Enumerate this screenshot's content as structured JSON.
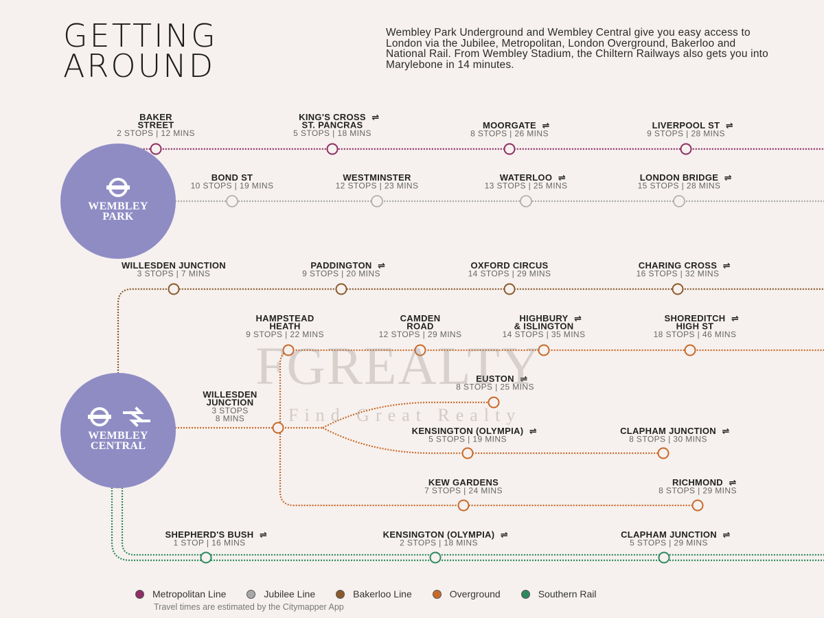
{
  "header": {
    "title_line1": "GETTING",
    "title_line2": "AROUND",
    "intro": "Wembley Park Underground and Wembley Central give you easy access to London via the Jubilee, Metropolitan, London Overground, Bakerloo and National Rail. From Wembley Stadium, the Chiltern Railways also gets you into Marylebone in 14 minutes."
  },
  "colors": {
    "metropolitan": "#8e2d66",
    "jubilee": "#a8a8a8",
    "bakerloo": "#8b5a2b",
    "overground": "#c8692a",
    "southern": "#2e8a5e",
    "hub": "#8f8cc4"
  },
  "hubs": [
    {
      "line1": "WEMBLEY",
      "line2": "PARK",
      "icons": [
        "underground-roundel-icon"
      ]
    },
    {
      "line1": "WEMBLEY",
      "line2": "CENTRAL",
      "icons": [
        "underground-roundel-icon",
        "national-rail-icon"
      ]
    }
  ],
  "rail_symbol": "⇌",
  "stations": [
    {
      "name": [
        "BAKER",
        "STREET"
      ],
      "info": "2 STOPS | 12 MINS",
      "line": "metropolitan",
      "rail": false
    },
    {
      "name": [
        "KING'S CROSS",
        "ST. PANCRAS"
      ],
      "info": "5 STOPS | 18 MINS",
      "line": "metropolitan",
      "rail": true
    },
    {
      "name": [
        "MOORGATE"
      ],
      "info": "8 STOPS | 26 MINS",
      "line": "metropolitan",
      "rail": true
    },
    {
      "name": [
        "LIVERPOOL ST"
      ],
      "info": "9 STOPS | 28 MINS",
      "line": "metropolitan",
      "rail": true
    },
    {
      "name": [
        "BOND ST"
      ],
      "info": "10 STOPS | 19 MINS",
      "line": "jubilee",
      "rail": false
    },
    {
      "name": [
        "WESTMINSTER"
      ],
      "info": "12 STOPS | 23 MINS",
      "line": "jubilee",
      "rail": false
    },
    {
      "name": [
        "WATERLOO"
      ],
      "info": "13 STOPS | 25 MINS",
      "line": "jubilee",
      "rail": true
    },
    {
      "name": [
        "LONDON BRIDGE"
      ],
      "info": "15 STOPS | 28 MINS",
      "line": "jubilee",
      "rail": true
    },
    {
      "name": [
        "WILLESDEN JUNCTION"
      ],
      "info": "3 STOPS | 7 MINS",
      "line": "bakerloo",
      "rail": false
    },
    {
      "name": [
        "PADDINGTON"
      ],
      "info": "9 STOPS | 20 MINS",
      "line": "bakerloo",
      "rail": true
    },
    {
      "name": [
        "OXFORD CIRCUS"
      ],
      "info": "14 STOPS | 29 MINS",
      "line": "bakerloo",
      "rail": false
    },
    {
      "name": [
        "CHARING CROSS"
      ],
      "info": "16 STOPS | 32 MINS",
      "line": "bakerloo",
      "rail": true
    },
    {
      "name": [
        "HAMPSTEAD",
        "HEATH"
      ],
      "info": "9 STOPS | 22 MINS",
      "line": "overground",
      "rail": false
    },
    {
      "name": [
        "CAMDEN",
        "ROAD"
      ],
      "info": "12 STOPS | 29 MINS",
      "line": "overground",
      "rail": false
    },
    {
      "name": [
        "HIGHBURY",
        "& ISLINGTON"
      ],
      "info": "14 STOPS | 35 MINS",
      "line": "overground",
      "rail": true
    },
    {
      "name": [
        "SHOREDITCH",
        "HIGH ST"
      ],
      "info": "18 STOPS | 46 MINS",
      "line": "overground",
      "rail": true
    },
    {
      "name": [
        "WILLESDEN",
        "JUNCTION"
      ],
      "info": [
        "3 STOPS",
        "8 MINS"
      ],
      "line": "overground",
      "rail": false
    },
    {
      "name": [
        "EUSTON"
      ],
      "info": "8 STOPS | 25 MINS",
      "line": "overground",
      "rail": true
    },
    {
      "name": [
        "KENSINGTON (OLYMPIA)"
      ],
      "info": "5 STOPS | 19 MINS",
      "line": "overground",
      "rail": true
    },
    {
      "name": [
        "CLAPHAM JUNCTION"
      ],
      "info": "8 STOPS | 30 MINS",
      "line": "overground",
      "rail": true
    },
    {
      "name": [
        "KEW GARDENS"
      ],
      "info": "7 STOPS | 24 MINS",
      "line": "overground",
      "rail": false
    },
    {
      "name": [
        "RICHMOND"
      ],
      "info": "8 STOPS | 29 MINS",
      "line": "overground",
      "rail": true
    },
    {
      "name": [
        "SHEPHERD'S BUSH"
      ],
      "info": "1 STOP | 16 MINS",
      "line": "southern",
      "rail": true
    },
    {
      "name": [
        "KENSINGTON (OLYMPIA)"
      ],
      "info": "2 STOPS | 18 MINS",
      "line": "southern",
      "rail": true
    },
    {
      "name": [
        "CLAPHAM JUNCTION"
      ],
      "info": "5 STOPS | 29 MINS",
      "line": "southern",
      "rail": true
    }
  ],
  "legend": [
    {
      "label": "Metropolitan Line",
      "line": "metropolitan"
    },
    {
      "label": "Jubilee Line",
      "line": "jubilee"
    },
    {
      "label": "Bakerloo Line",
      "line": "bakerloo"
    },
    {
      "label": "Overground",
      "line": "overground"
    },
    {
      "label": "Southern Rail",
      "line": "southern"
    }
  ],
  "footnote": "Travel times are estimated by the Citymapper App",
  "watermark": {
    "main": "FGREALTY",
    "sub": "Find Great Realty"
  }
}
